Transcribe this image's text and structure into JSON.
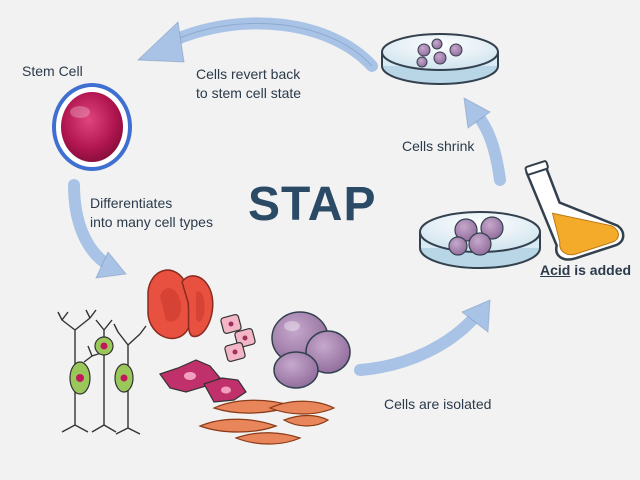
{
  "title": "STAP",
  "labels": {
    "stem_cell": "Stem Cell",
    "revert_line1": "Cells revert back",
    "revert_line2": "to stem cell state",
    "shrink": "Cells shrink",
    "diff_line1": "Differentiates",
    "diff_line2": "into many cell types",
    "acid_word": "Acid",
    "acid_rest": " is added",
    "isolated": "Cells are isolated"
  },
  "colors": {
    "background": "#f2f2f2",
    "arrow": "#a9c3e6",
    "stem_cell": "#c2185b",
    "stem_ring": "#3f6fd1",
    "red_blood": "#e85040",
    "purple_cells": "#9c7aa6",
    "acid_liquid": "#f4a71e",
    "muscle": "#e8855a"
  }
}
